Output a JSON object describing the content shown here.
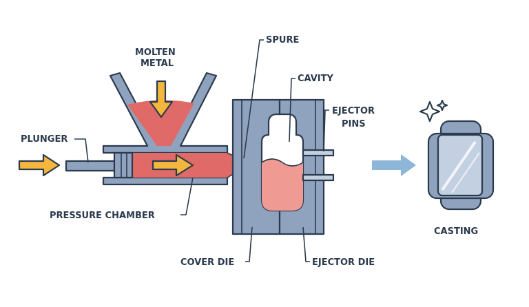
{
  "labels": {
    "molten_metal_line1": "MOLTEN",
    "molten_metal_line2": "METAL",
    "spure": "SPURE",
    "cavity": "CAVITY",
    "ejector_pins_line1": "EJECTOR",
    "ejector_pins_line2": "PINS",
    "plunger": "PLUNGER",
    "pressure_chamber": "PRESSURE CHAMBER",
    "casting": "CASTING",
    "cover_die": "COVER DIE",
    "ejector_die": "EJECTOR DIE"
  },
  "colors": {
    "outline": "#2b3a4d",
    "steel": "#8fa3bf",
    "steel_light": "#c3d0e2",
    "molten": "#e06a67",
    "molten_light": "#ef9a92",
    "arrow_yellow": "#f4b63c",
    "arrow_blue": "#8eb6d8"
  }
}
